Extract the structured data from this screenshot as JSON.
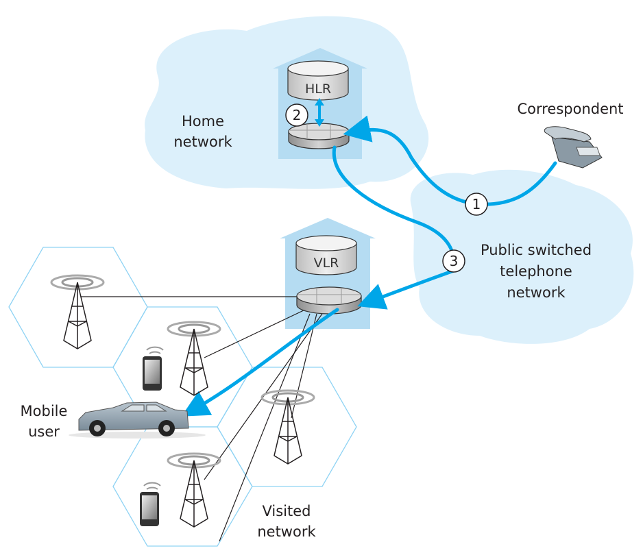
{
  "labels": {
    "home_network": [
      "Home",
      "network"
    ],
    "pstn": [
      "Public switched",
      "telephone",
      "network"
    ],
    "visited_network": [
      "Visited",
      "network"
    ],
    "mobile_user": [
      "Mobile",
      "user"
    ],
    "correspondent": "Correspondent",
    "hlr": "HLR",
    "vlr": "VLR"
  },
  "steps": [
    "1",
    "2",
    "3"
  ],
  "colors": {
    "cloud": "#dcf0fb",
    "building": "#b5dcf2",
    "arrow": "#00a6e8",
    "hex": "#8fd3f4"
  }
}
